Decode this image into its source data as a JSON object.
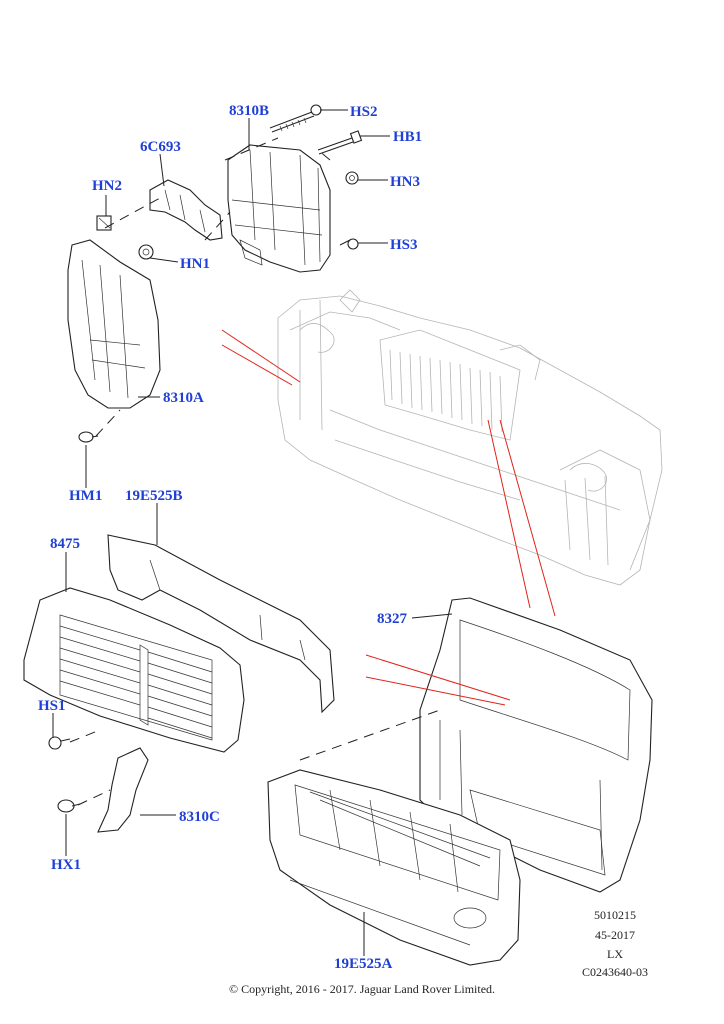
{
  "labels": {
    "l_8310B": "8310B",
    "l_HS2": "HS2",
    "l_HB1": "HB1",
    "l_6C693": "6C693",
    "l_HN2": "HN2",
    "l_HN3": "HN3",
    "l_HS3": "HS3",
    "l_HN1": "HN1",
    "l_8310A": "8310A",
    "l_HM1": "HM1",
    "l_19E525B": "19E525B",
    "l_8475": "8475",
    "l_8327": "8327",
    "l_HS1": "HS1",
    "l_8310C": "8310C",
    "l_HX1": "HX1",
    "l_19E525A": "19E525A"
  },
  "meta": {
    "line1": "5010215",
    "line2": "45-2017",
    "line3": "LX",
    "line4": "C0243640-03"
  },
  "copyright": "© Copyright, 2016 - 2017. Jaguar Land Rover Limited.",
  "colors": {
    "label": "#1f3fd6",
    "callout": "#e0241b",
    "lineart": "#222222",
    "ghost": "#b5b5b5"
  }
}
